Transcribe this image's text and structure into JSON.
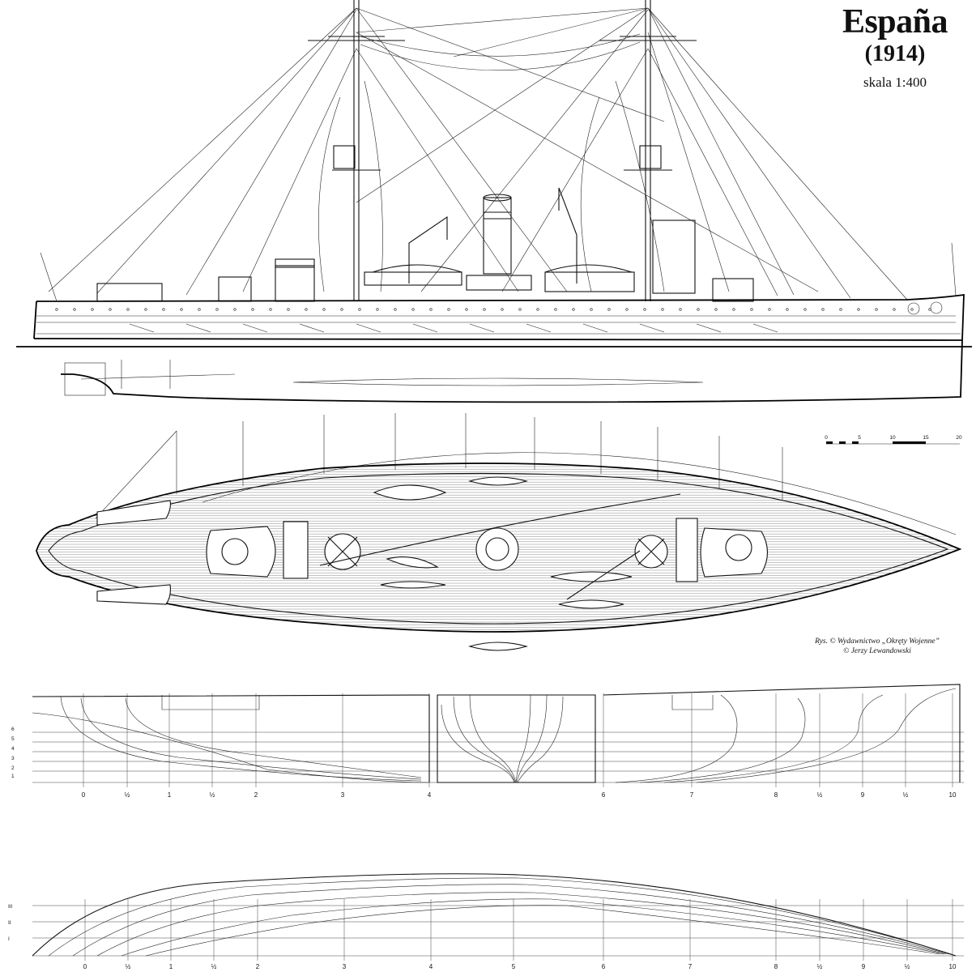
{
  "title": {
    "name": "España",
    "year": "(1914)",
    "scale": "skala 1:400"
  },
  "scale_bar": {
    "ticks": [
      "0",
      "5",
      "10",
      "15",
      "20"
    ]
  },
  "credit": {
    "line1": "Rys. © Wydawnictwo „Okręty Wojenne”",
    "line2": "© Jerzy Lewandowski"
  },
  "body_plan": {
    "waterline_labels": [
      "6",
      "5",
      "4",
      "3",
      "2",
      "1"
    ],
    "station_labels": [
      "0",
      "½",
      "1",
      "½",
      "2",
      "3",
      "4",
      "6",
      "7",
      "8",
      "½",
      "9",
      "½",
      "10"
    ]
  },
  "buttock_plan": {
    "level_labels": [
      "III",
      "II",
      "I"
    ],
    "station_labels": [
      "0",
      "½",
      "1",
      "½",
      "2",
      "3",
      "4",
      "5",
      "6",
      "7",
      "8",
      "½",
      "9",
      "½",
      "10"
    ]
  }
}
